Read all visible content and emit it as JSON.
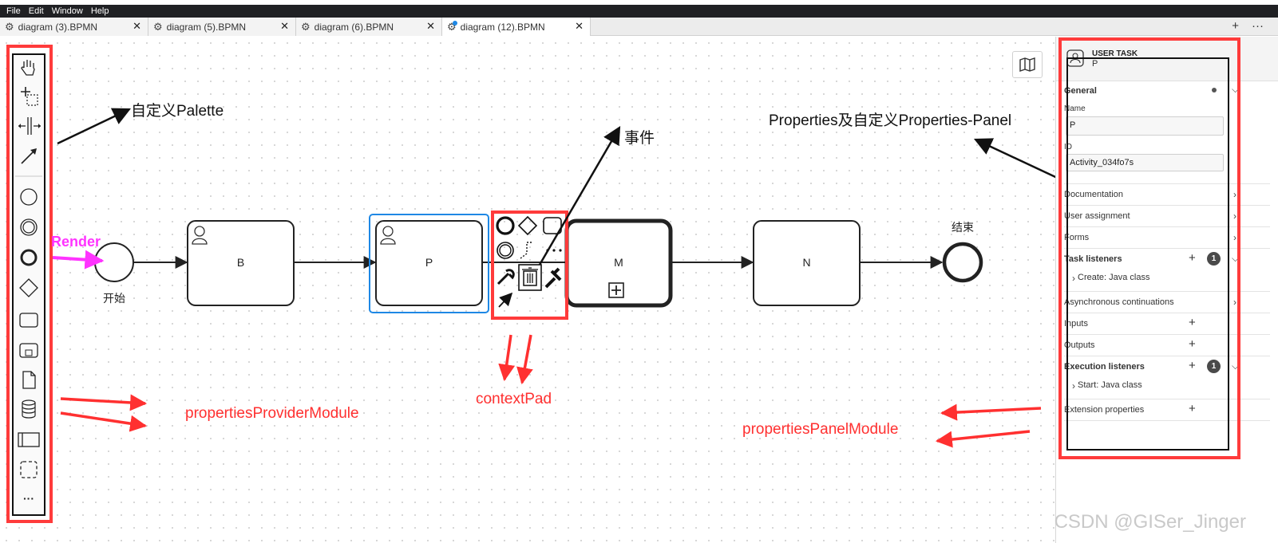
{
  "menu": [
    "File",
    "Edit",
    "Window",
    "Help"
  ],
  "tabs": [
    {
      "label": "diagram (3).BPMN",
      "active": false,
      "modified": false
    },
    {
      "label": "diagram (5).BPMN",
      "active": false,
      "modified": false
    },
    {
      "label": "diagram (6).BPMN",
      "active": false,
      "modified": false
    },
    {
      "label": "diagram (12).BPMN",
      "active": true,
      "modified": true
    }
  ],
  "tab_actions": {
    "add": "+",
    "more": "···"
  },
  "palette": {
    "tools": [
      "hand-tool",
      "lasso-tool",
      "space-tool",
      "connect-tool",
      "start-event",
      "intermediate-event",
      "end-event",
      "gateway",
      "task",
      "subprocess",
      "data-object",
      "data-store",
      "pool",
      "group",
      "more"
    ],
    "more_label": "···"
  },
  "diagram": {
    "start_label": "开始",
    "end_label": "结束",
    "tasks": [
      {
        "id": "B",
        "label": "B",
        "type": "user-task"
      },
      {
        "id": "P",
        "label": "P",
        "type": "user-task",
        "selected": true
      },
      {
        "id": "M",
        "label": "M",
        "type": "call-activity"
      },
      {
        "id": "N",
        "label": "N",
        "type": "task"
      }
    ]
  },
  "annotations": {
    "palette": "自定义Palette",
    "event": "事件",
    "properties": "Properties及自定义Properties-Panel",
    "render": "Render",
    "properties_provider": "propertiesProviderModule",
    "context_pad": "contextPad",
    "properties_panel": "propertiesPanelModule"
  },
  "properties_panel": {
    "element_type": "USER TASK",
    "element_name": "P",
    "sections": {
      "general": "General",
      "name_label": "Name",
      "name_value": "P",
      "id_label": "ID",
      "id_value": "Activity_034fo7s",
      "documentation": "Documentation",
      "user_assignment": "User assignment",
      "forms": "Forms",
      "task_listeners": "Task listeners",
      "task_listeners_count": "1",
      "task_listener_item": "Create: Java class",
      "async": "Asynchronous continuations",
      "inputs": "Inputs",
      "outputs": "Outputs",
      "execution_listeners": "Execution listeners",
      "execution_listeners_count": "1",
      "execution_listener_item": "Start: Java class",
      "extension_properties": "Extension properties"
    }
  },
  "watermark": "CSDN @GISer_Jinger",
  "colors": {
    "annotation_red": "#ff3030",
    "selection_blue": "#1e88e5",
    "render_magenta": "#ff33ff"
  }
}
